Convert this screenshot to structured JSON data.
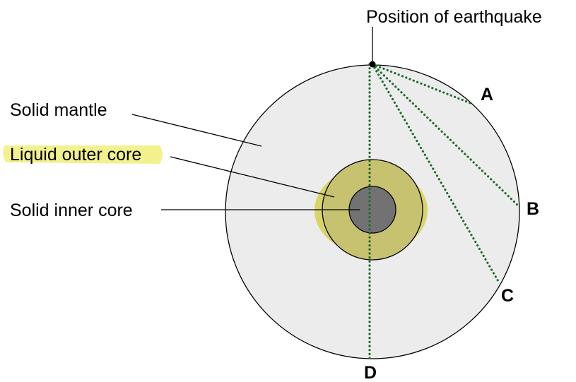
{
  "labels": {
    "earthquake": "Position of earthquake",
    "mantle": "Solid mantle",
    "outer_core": "Liquid outer core",
    "inner_core": "Solid inner core"
  },
  "points": {
    "a": "A",
    "b": "B",
    "c": "C",
    "d": "D"
  },
  "colors": {
    "mantle_fill": "#ececec",
    "outer_core_fill": "#c7c270",
    "inner_core_fill": "#727272",
    "highlight": "#f0ee7a",
    "ray": "#1e6b2a"
  }
}
